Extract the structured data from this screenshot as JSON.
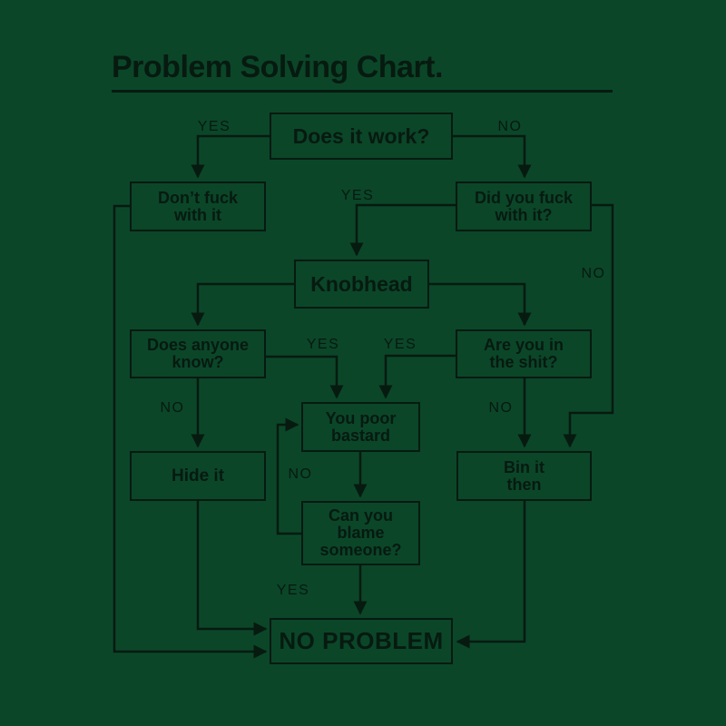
{
  "colors": {
    "background": "#0b4629",
    "ink": "#071a10"
  },
  "title": {
    "text": "Problem Solving Chart."
  },
  "nodes": {
    "does_it_work": {
      "label": "Does it work?"
    },
    "dont_fuck": {
      "label": "Don’t fuck\nwith it"
    },
    "did_you_fuck": {
      "label": "Did you fuck\nwith it?"
    },
    "knobhead": {
      "label": "Knobhead"
    },
    "does_anyone_know": {
      "label": "Does anyone\nknow?"
    },
    "are_you_in_the_shit": {
      "label": "Are you in\nthe shit?"
    },
    "you_poor_bastard": {
      "label": "You poor\nbastard"
    },
    "hide_it": {
      "label": "Hide it"
    },
    "bin_it_then": {
      "label": "Bin it\nthen"
    },
    "can_you_blame": {
      "label": "Can you\nblame\nsomeone?"
    },
    "no_problem": {
      "label": "NO PROBLEM"
    }
  },
  "edge_labels": {
    "yes_top_left": {
      "text": "YES"
    },
    "no_top_right": {
      "text": "NO"
    },
    "yes_to_knobhead": {
      "text": "YES"
    },
    "no_long_right": {
      "text": "NO"
    },
    "yes_anyone_knows": {
      "text": "YES"
    },
    "yes_in_the_shit": {
      "text": "YES"
    },
    "no_nobody_knows": {
      "text": "NO"
    },
    "no_not_in_shit": {
      "text": "NO"
    },
    "no_cant_blame": {
      "text": "NO"
    },
    "yes_can_blame": {
      "text": "YES"
    }
  }
}
